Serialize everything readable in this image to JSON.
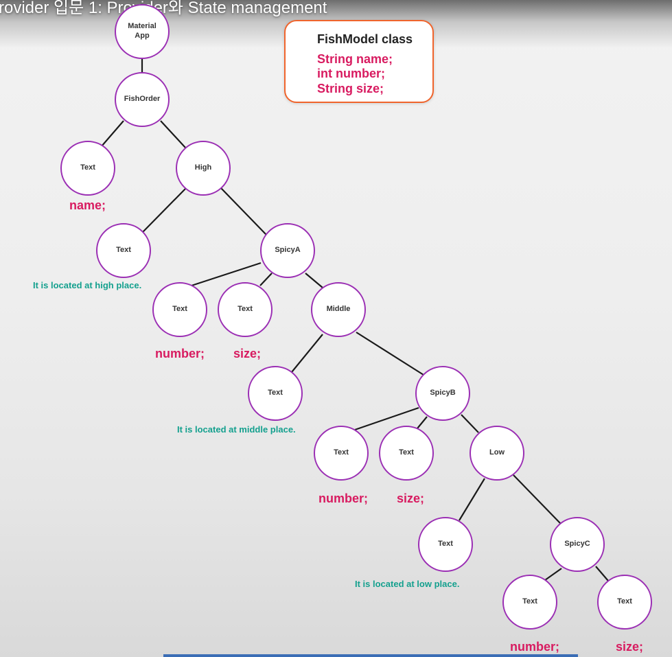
{
  "video_title": "rovider 입문 1: Provider와 State management",
  "class_box": {
    "title": "FishModel class",
    "fields": [
      "String name;",
      "int number;",
      "String size;"
    ]
  },
  "nodes": {
    "material_app": "Material\nApp",
    "fish_order": "FishOrder",
    "text_name": "Text",
    "high": "High",
    "text_high": "Text",
    "spicy_a": "SpicyA",
    "text_a_number": "Text",
    "text_a_size": "Text",
    "middle": "Middle",
    "text_middle": "Text",
    "spicy_b": "SpicyB",
    "text_b_number": "Text",
    "text_b_size": "Text",
    "low": "Low",
    "text_low": "Text",
    "spicy_c": "SpicyC",
    "text_c_number": "Text",
    "text_c_size": "Text"
  },
  "labels": {
    "name": "name;",
    "a_number": "number;",
    "a_size": "size;",
    "b_number": "number;",
    "b_size": "size;",
    "c_number": "number;",
    "c_size": "size;"
  },
  "notes": {
    "high": "It is located at high place.",
    "middle": "It is located at middle place.",
    "low": "It is located at low place."
  },
  "colors": {
    "node_border": "#9b2fb4",
    "field_text": "#d81b60",
    "note_text": "#14a08e",
    "class_border": "#f0642c"
  }
}
